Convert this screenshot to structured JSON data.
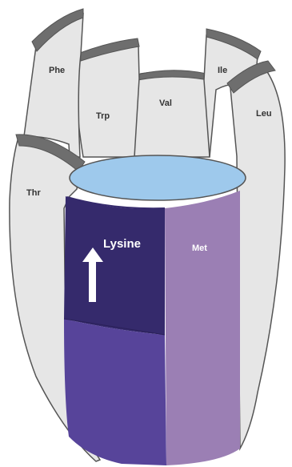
{
  "colors": {
    "stave_fill": "#e6e6e6",
    "stave_outline": "#555555",
    "stave_rim": "#6e6e6e",
    "water": "#9ec9ec",
    "water_outline": "#555555",
    "lysine_top": "#352a6c",
    "lysine_bottom": "#57449a",
    "met": "#9b7fb4",
    "arrow": "#ffffff"
  },
  "staves": {
    "phe": "Phe",
    "trp": "Trp",
    "val": "Val",
    "ile": "Ile",
    "leu": "Leu",
    "thr": "Thr"
  },
  "lysine": {
    "label": "Lysine",
    "arrow_icon": "up-arrow-icon"
  },
  "met": {
    "label": "Met"
  }
}
